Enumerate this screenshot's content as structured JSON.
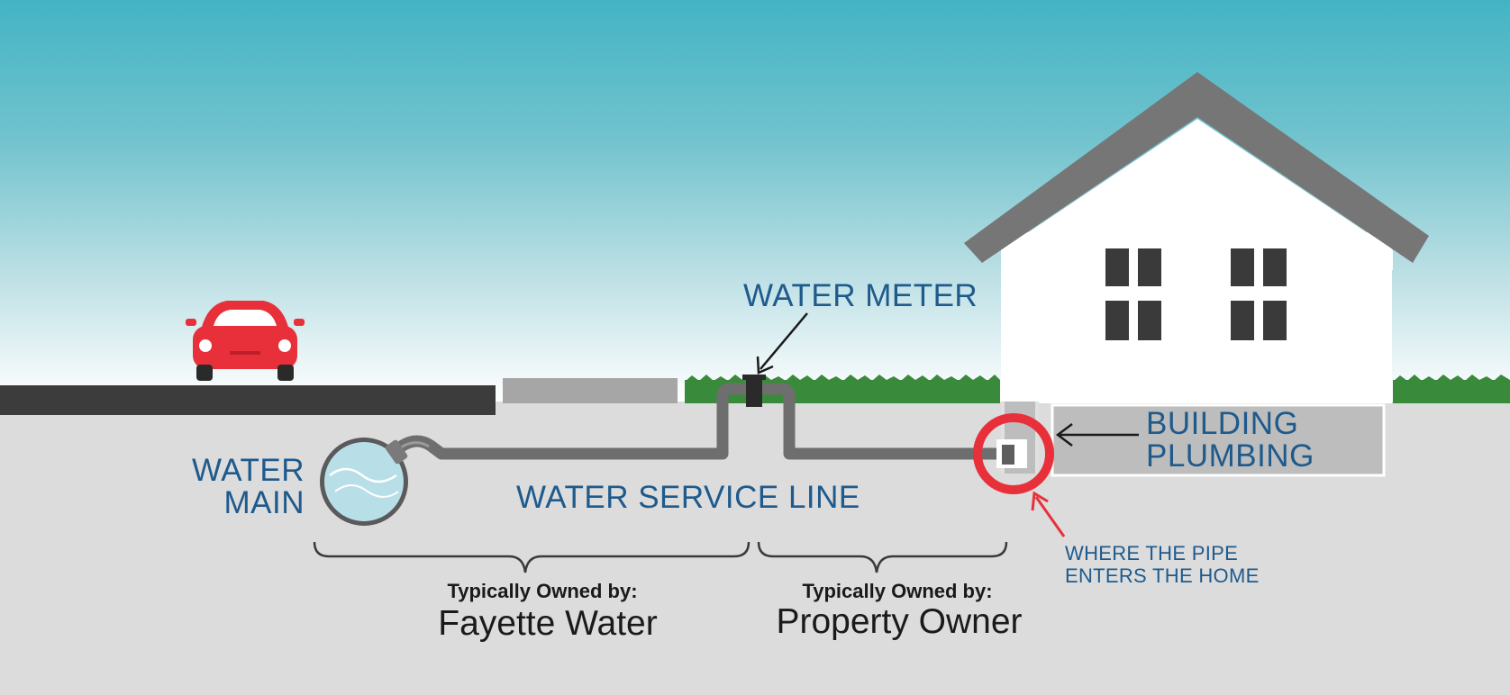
{
  "labels": {
    "water_meter": "WATER METER",
    "water_main_line1": "WATER",
    "water_main_line2": "MAIN",
    "service_line": "WATER SERVICE LINE",
    "building_plumbing_line1": "BUILDING",
    "building_plumbing_line2": "PLUMBING",
    "entry_line1": "WHERE THE PIPE",
    "entry_line2": "ENTERS THE HOME"
  },
  "ownership": [
    {
      "heading": "Typically Owned by:",
      "owner": "Fayette Water"
    },
    {
      "heading": "Typically Owned by:",
      "owner": "Property Owner"
    }
  ],
  "colors": {
    "sky_top": "#43b4c4",
    "sky_bottom": "#ffffff",
    "ground": "#dcdcdc",
    "road": "#3c3c3c",
    "grass": "#3a8a3c",
    "pipe": "#6e6e6e",
    "label_blue": "#1e5a8c",
    "highlight_red": "#e8303a",
    "car_red": "#e8303a",
    "roof": "#767676",
    "window": "#3a3a3a"
  }
}
